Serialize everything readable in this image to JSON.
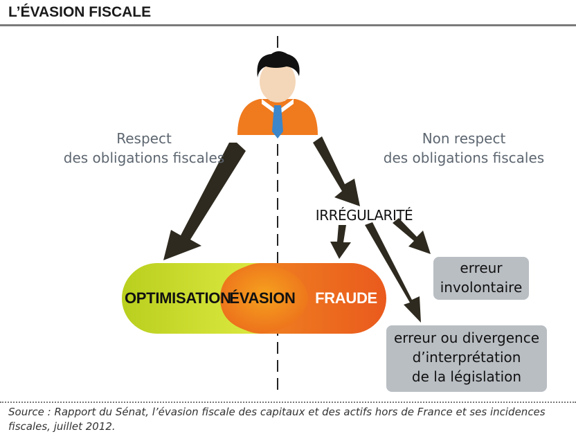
{
  "title": "L’ÉVASION FISCALE",
  "left_label": {
    "line1": "Respect",
    "line2": "des obligations fiscales"
  },
  "right_label": {
    "line1": "Non respect",
    "line2": "des obligations fiscales"
  },
  "irregularite": "IRRÉGULARITÉ",
  "zones": {
    "optimisation": "OPTIMISATION",
    "evasion": "ÉVASION",
    "fraude": "FRAUDE"
  },
  "boxes": {
    "erreur_involontaire": {
      "line1": "erreur",
      "line2": "involontaire"
    },
    "erreur_divergence": {
      "line1": "erreur ou divergence",
      "line2": "d’interprétation",
      "line3": "de la législation"
    }
  },
  "source": "Source : Rapport du Sénat, l’évasion fiscale des capitaux et des actifs hors de France et ses incidences fiscales, juillet 2012.",
  "colors": {
    "optimisation": "#c8d82a",
    "evasion": "#f07b1f",
    "fraude": "#ee6a1f",
    "arrow": "#2e2a1f",
    "box": "#b9bec3",
    "shirt": "#f07a1e"
  }
}
